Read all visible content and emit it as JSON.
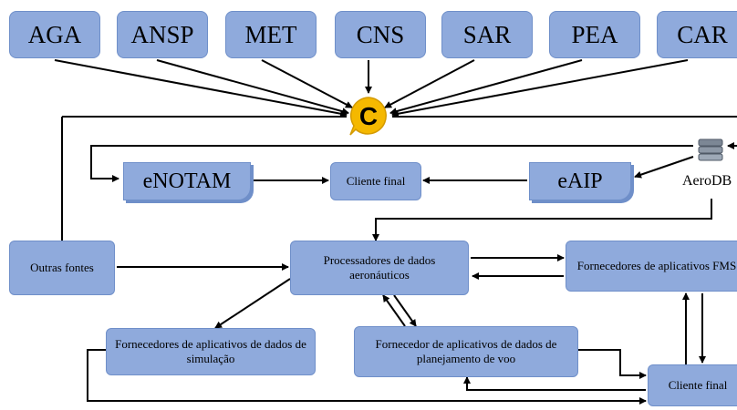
{
  "sources": [
    "AGA",
    "ANSP",
    "MET",
    "CNS",
    "SAR",
    "PEA",
    "CAR"
  ],
  "hub": {
    "letter": "C",
    "color": "#f5b800"
  },
  "enotam": "eNOTAM",
  "cliente_final_top": "Cliente final",
  "eaip": "eAIP",
  "aerodb": "AeroDB",
  "outras_fontes": "Outras fontes",
  "processadores": "Processadores de dados aeronáuticos",
  "fms": "Fornecedores de aplicativos FMS",
  "simulacao": "Fornecedores de aplicativos de dados de simulação",
  "planejamento": "Fornecedor de aplicativos de dados de planejamento  de voo",
  "cliente_final_bottom": "Cliente final",
  "colors": {
    "box_fill": "#8faadc",
    "box_border": "#6f8fc9",
    "line": "#000000"
  }
}
